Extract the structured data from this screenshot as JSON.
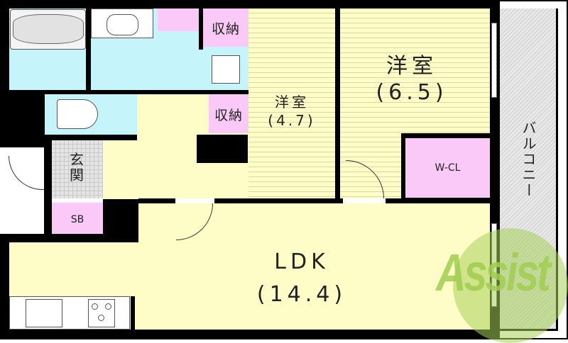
{
  "rooms": {
    "western_large": {
      "name": "洋室",
      "size": "(6.5)"
    },
    "western_small": {
      "name": "洋室",
      "size": "(4.7)"
    },
    "ldk": {
      "name": "LDK",
      "size": "(14.4)"
    },
    "wcl": {
      "name": "W-CL"
    },
    "storage_top": {
      "name": "収納"
    },
    "storage_mid": {
      "name": "収納"
    },
    "entrance": {
      "name": "玄関"
    },
    "shoe_box": {
      "name": "SB"
    },
    "balcony": {
      "name": "バルコニー"
    }
  },
  "watermark": {
    "text": "Assist"
  },
  "colors": {
    "wall": "#000000",
    "wet_area": "#c6f4fb",
    "storage": "#fbc9f7",
    "floor": "#fefdc8",
    "tile": "#e4e4e4",
    "watermark": "#a8d05a"
  }
}
